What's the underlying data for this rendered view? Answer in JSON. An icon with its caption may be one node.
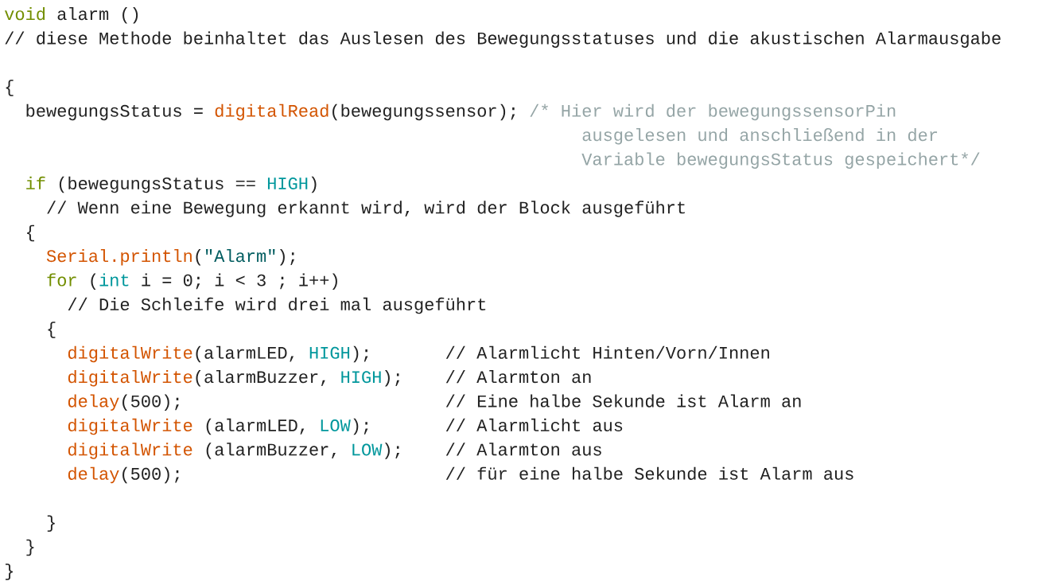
{
  "diagram": {
    "labels": [
      "void",
      "alarm ()",
      "// diese Methode beinhaltet das Auslesen des Bewegungsstatuses und die akustischen Alarmausgabe",
      "{",
      "bewegungsStatus =",
      "digitalRead",
      "(bewegungssensor);",
      "/* Hier wird der bewegungssensorPin",
      "ausgelesen und anschließend in der",
      "Variable bewegungsStatus gespeichert*/",
      "if",
      "(bewegungsStatus ==",
      "HIGH",
      ")",
      "// Wenn eine Bewegung erkannt wird, wird der Block ausgeführt",
      "{",
      "Serial.println",
      "(",
      "\"Alarm\"",
      ");",
      "for",
      "(",
      "int",
      "i = 0; i < 3 ; i++)",
      "// Die Schleife wird drei mal ausgeführt",
      "{",
      "digitalWrite",
      "(alarmLED,",
      "HIGH",
      ");",
      "// Alarmlicht Hinten/Vorn/Innen",
      "digitalWrite",
      "(alarmBuzzer,",
      "HIGH",
      ");",
      "// Alarmton an",
      "delay",
      "(500);",
      "// Eine halbe Sekunde ist Alarm an",
      "digitalWrite",
      "(alarmLED,",
      "LOW",
      ");",
      "// Alarmlicht aus",
      "digitalWrite",
      "(alarmBuzzer,",
      "LOW",
      ");",
      "// Alarmton aus",
      "delay",
      "(500);",
      "// für eine halbe Sekunde ist Alarm aus",
      "}",
      "}",
      "}"
    ]
  }
}
